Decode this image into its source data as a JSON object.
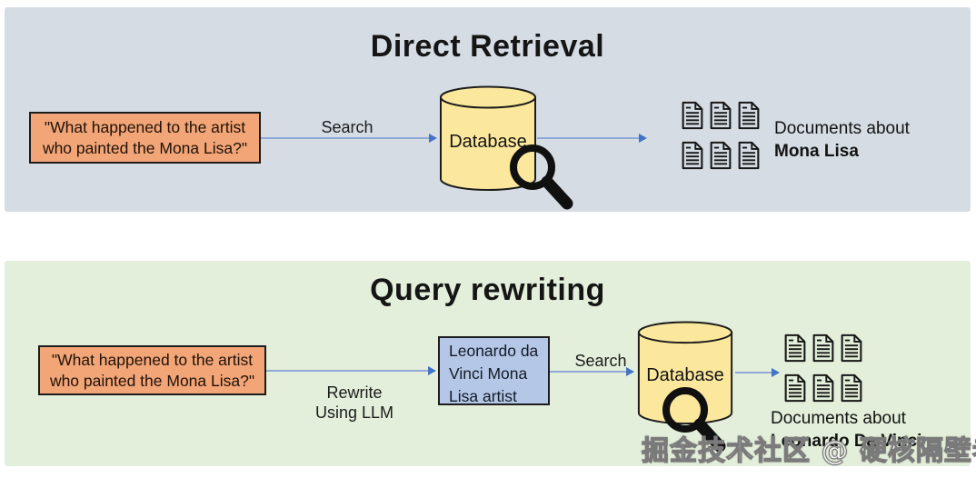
{
  "direct": {
    "title": "Direct Retrieval",
    "query_line1": "\"What happened to the artist",
    "query_line2": "who painted the Mona Lisa?\"",
    "search_label": "Search",
    "database_label": "Database",
    "docs_line1": "Documents about",
    "docs_line2": "Mona Lisa"
  },
  "rewriting": {
    "title": "Query rewriting",
    "query_line1": "\"What happened to the artist",
    "query_line2": "who painted the Mona Lisa?\"",
    "rewrite_line1": "Rewrite",
    "rewrite_line2": "Using LLM",
    "rewritten_line1": "Leonardo da",
    "rewritten_line2": "Vinci Mona",
    "rewritten_line3": "Lisa artist",
    "search_label": "Search",
    "database_label": "Database",
    "docs_line1": "Documents about",
    "docs_line2": "Leonardo Da Vinci"
  },
  "watermark": "掘金技术社区 @ 硬核隔壁老王",
  "icons": {
    "database": "database-cylinder",
    "magnifier": "magnifying-glass",
    "document": "document-page"
  },
  "colors": {
    "panel_blue": "#D5DCE4",
    "panel_green": "#E3EFDA",
    "box_orange": "#F2A577",
    "box_blue": "#B4C7E7",
    "cylinder_yellow": "#FCE89D",
    "outline_dark": "#1C1C1C",
    "arrow_line": "#91A9D9",
    "arrow_head": "#4472C4",
    "text_dark": "#111111"
  }
}
